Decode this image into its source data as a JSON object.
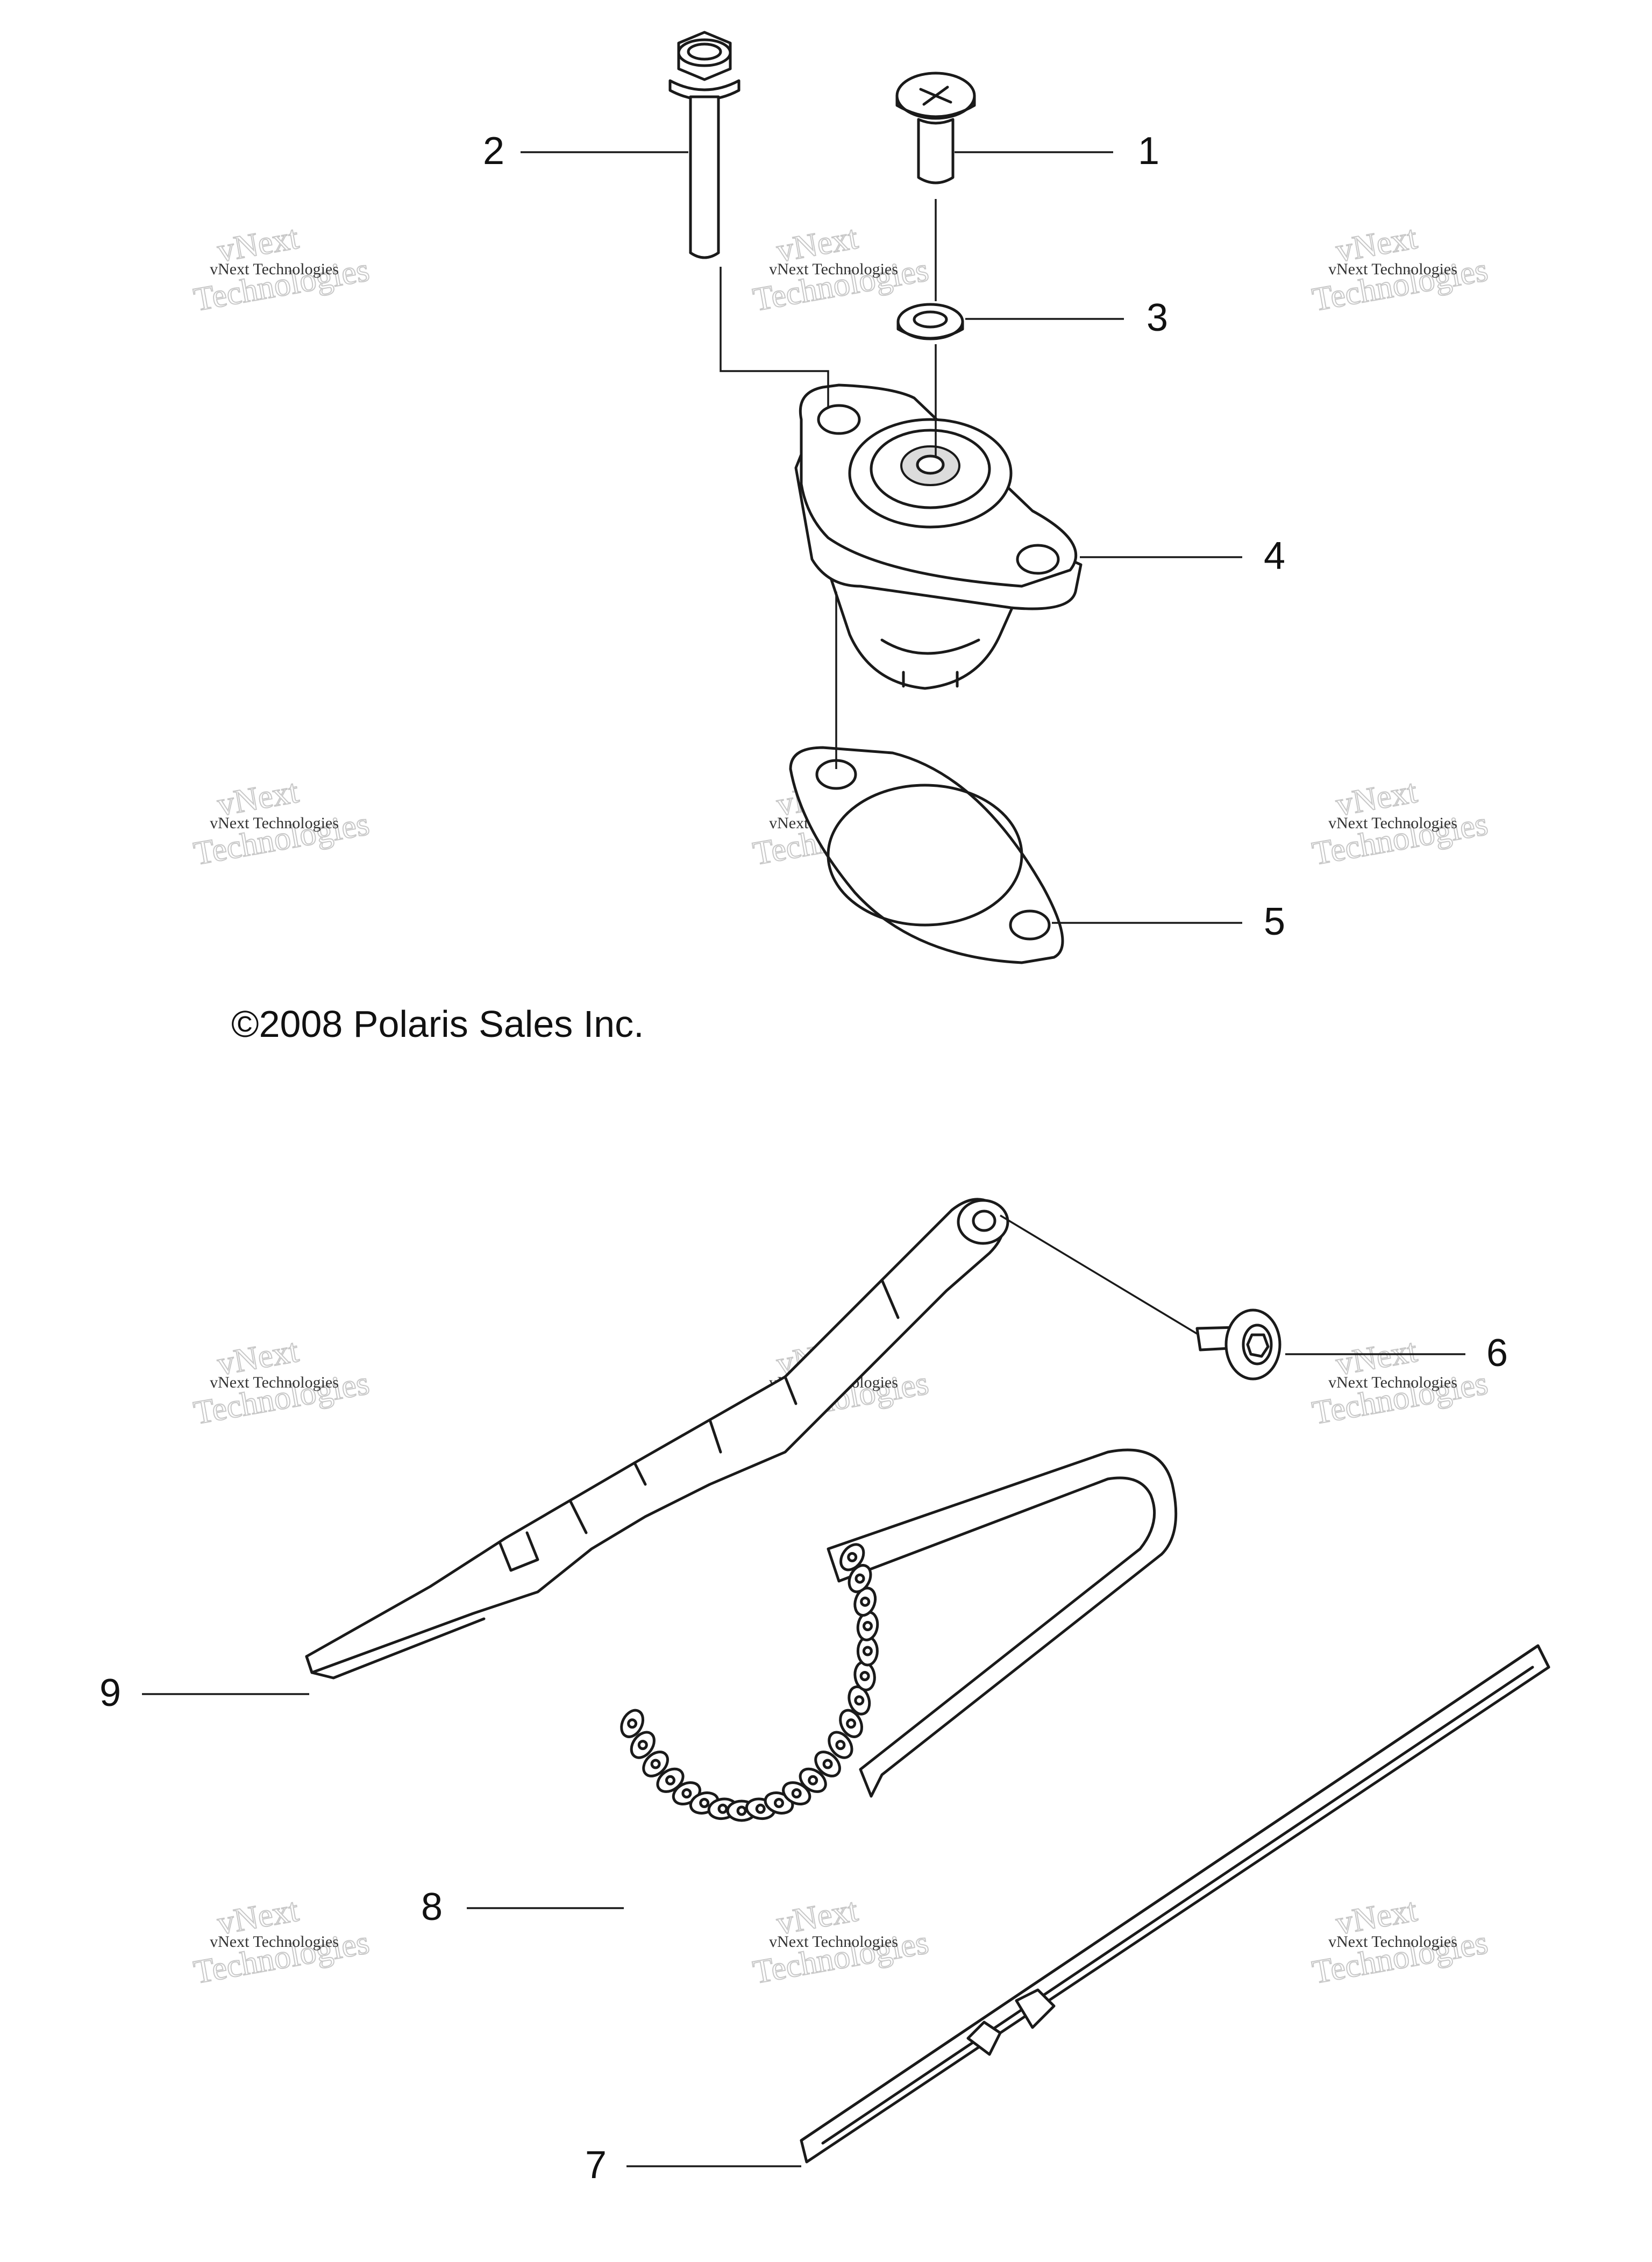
{
  "callouts": [
    "1",
    "2",
    "3",
    "4",
    "5",
    "6",
    "7",
    "8",
    "9"
  ],
  "copyright": "©2008 Polaris Sales Inc.",
  "watermark": {
    "line_small": "vNext Technologies",
    "line_big_1": "vNext",
    "line_big_2": "Technologies"
  }
}
